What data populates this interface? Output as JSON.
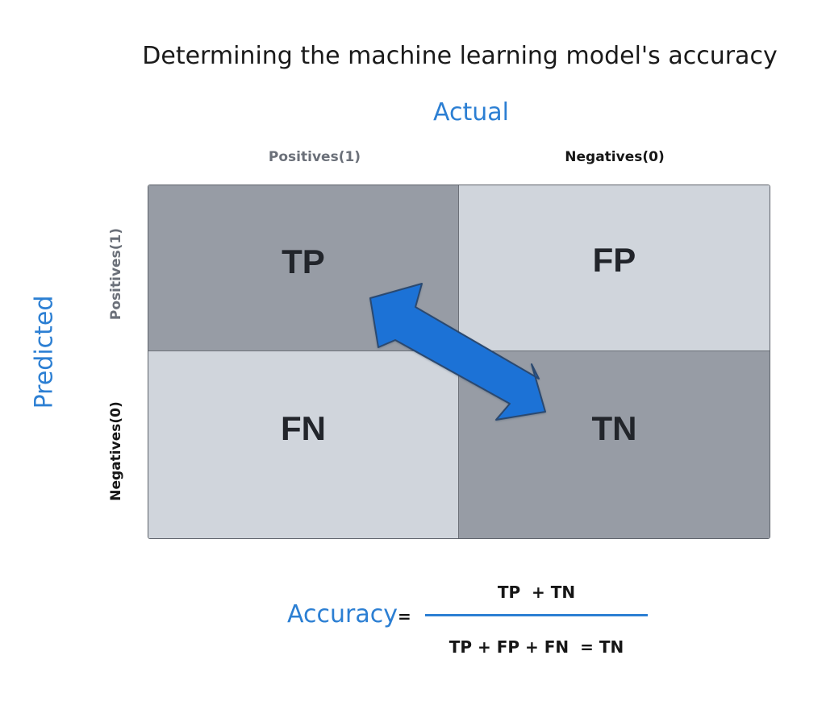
{
  "title": "Determining the machine learning model's accuracy",
  "axes": {
    "actual": "Actual",
    "predicted": "Predicted"
  },
  "columns": {
    "positives": "Positives(1)",
    "negatives": "Negatives(0)"
  },
  "rows": {
    "positives": "Positives(1)",
    "negatives": "Negatives(0)"
  },
  "matrix": {
    "tp": "TP",
    "fp": "FP",
    "fn": "FN",
    "tn": "TN"
  },
  "formula": {
    "label": "Accuracy",
    "equals": "=",
    "numerator": "TP  + TN",
    "denominator": "TP + FP + FN  = TN"
  },
  "colors": {
    "accent": "#2c7fd3",
    "arrow": "#1f72d6",
    "dark_cell": "#979ca5",
    "light_cell": "#d0d5dc"
  }
}
